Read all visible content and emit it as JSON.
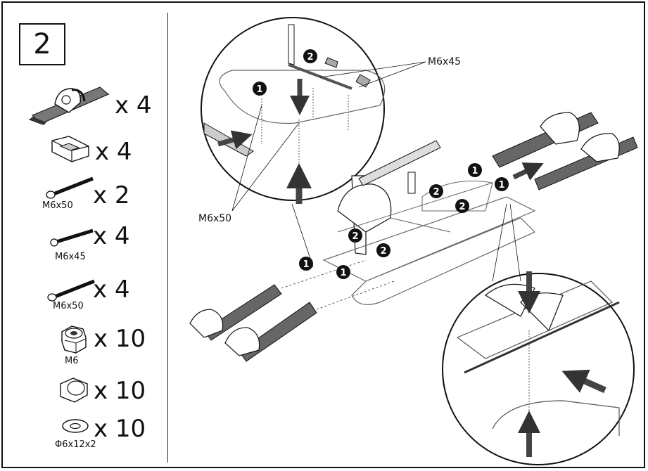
{
  "step": {
    "number": "2"
  },
  "parts": [
    {
      "icon": "carrier-arm-icon",
      "qty": "x 4",
      "label": ""
    },
    {
      "icon": "clamp-block-icon",
      "qty": "x 4",
      "label": ""
    },
    {
      "icon": "bolt-icon",
      "qty": "x 2",
      "label": "M6x50"
    },
    {
      "icon": "bolt-icon",
      "qty": "x 4",
      "label": "M6x45"
    },
    {
      "icon": "bolt-icon",
      "qty": "x 4",
      "label": "M6x50"
    },
    {
      "icon": "nut-icon",
      "qty": "x 10",
      "label": "M6"
    },
    {
      "icon": "cap-icon",
      "qty": "x 10",
      "label": ""
    },
    {
      "icon": "washer-icon",
      "qty": "x 10",
      "label": "Φ6x12x2"
    }
  ],
  "diagram": {
    "callout_top": "M6x45",
    "callout_left": "M6x50",
    "markers": [
      "1",
      "2"
    ]
  }
}
